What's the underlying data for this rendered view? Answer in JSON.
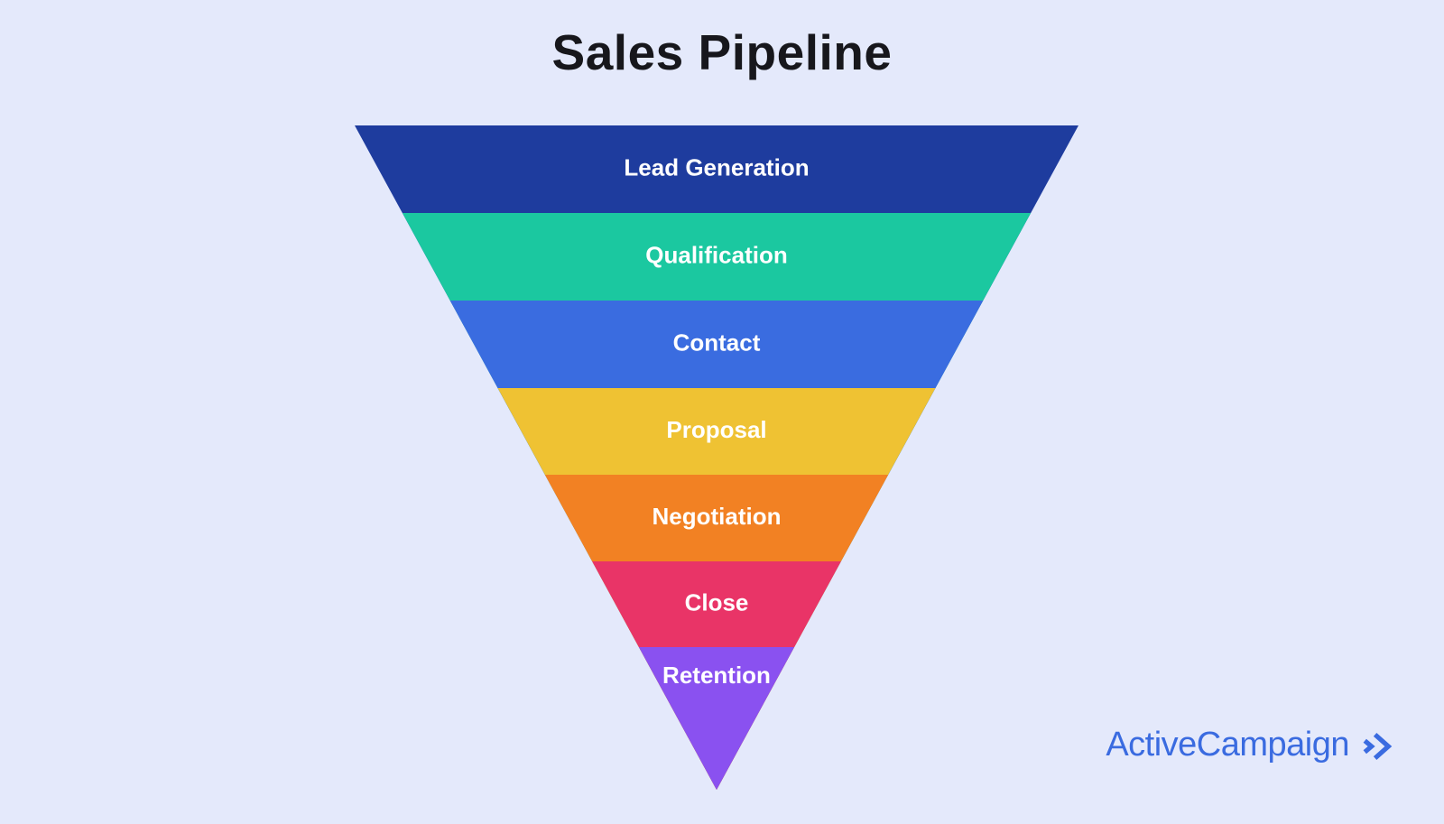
{
  "page": {
    "background": "#E4E9FB",
    "title_color": "#17171C"
  },
  "title": "Sales Pipeline",
  "funnel": {
    "type": "funnel",
    "direction": "inverted-triangle",
    "label_color": "#FFFFFF",
    "stages": [
      {
        "label": "Lead Generation",
        "color": "#1E3C9E"
      },
      {
        "label": "Qualification",
        "color": "#1BC8A0"
      },
      {
        "label": "Contact",
        "color": "#3A6CE0"
      },
      {
        "label": "Proposal",
        "color": "#EFC233"
      },
      {
        "label": "Negotiation",
        "color": "#F28123"
      },
      {
        "label": "Close",
        "color": "#E93467"
      },
      {
        "label": "Retention",
        "color": "#8A51F0"
      }
    ]
  },
  "logo": {
    "text": "ActiveCampaign",
    "color": "#3A6BE0",
    "mark_icon": "double-chevron-right"
  }
}
